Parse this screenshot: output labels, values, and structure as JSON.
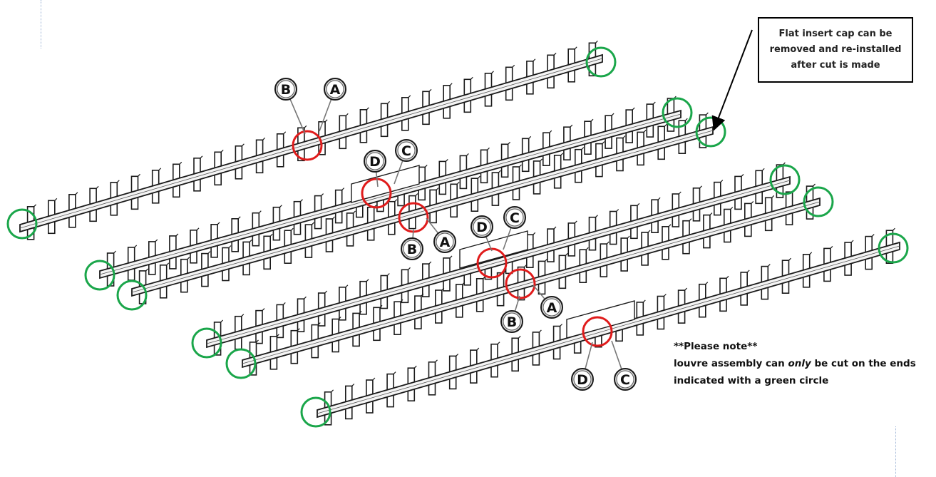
{
  "callout": {
    "lines": [
      "Flat insert cap can be",
      "removed and re-installed",
      "after cut is made"
    ]
  },
  "note": {
    "heading": "**Please note**",
    "line1_before": "louvre assembly can ",
    "line1_emph": "only",
    "line1_after": " be cut on the ends",
    "line2": "indicated with a green circle"
  },
  "labels": {
    "A": "A",
    "B": "B",
    "C": "C",
    "D": "D"
  },
  "colors": {
    "green_circle": "#1aa64a",
    "red_circle": "#e01b1b",
    "line": "#1a1a1a",
    "label_fill": "#d9d9d9"
  }
}
